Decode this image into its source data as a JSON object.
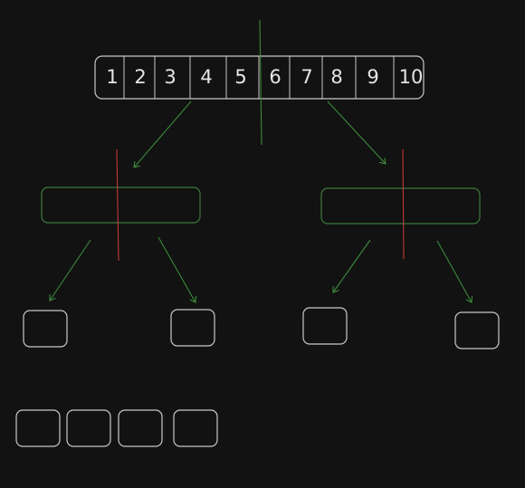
{
  "array": {
    "cells": [
      "1",
      "2",
      "3",
      "4",
      "5",
      "6",
      "7",
      "8",
      "9",
      "10"
    ]
  },
  "colors": {
    "background": "#121212",
    "box_stroke": "#c8c8c8",
    "split_line_root": "#3c8a3c",
    "split_line_child": "#c03a3a",
    "arrow": "#3c8a3c"
  }
}
